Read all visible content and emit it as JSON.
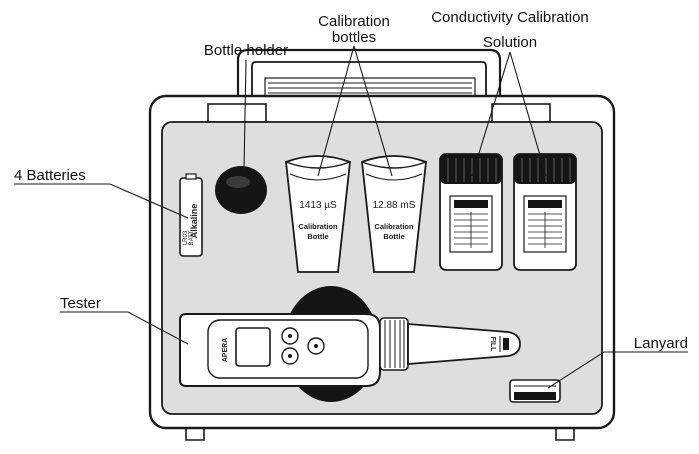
{
  "labels": {
    "bottle_holder": "Bottle holder",
    "calibration_bottles_line1": "Calibration",
    "calibration_bottles_line2": "bottles",
    "conductivity_line1": "Conductivity Calibration",
    "conductivity_line2": "Solution",
    "batteries": "4 Batteries",
    "tester": "Tester",
    "lanyard": "Lanyard"
  },
  "bottles": [
    {
      "value": "1413 µS",
      "caption_line1": "Calibration",
      "caption_line2": "Bottle"
    },
    {
      "value": "12.88 mS",
      "caption_line1": "Calibration",
      "caption_line2": "Bottle"
    }
  ],
  "battery_text": {
    "brand": "Alkaline",
    "code": "LR03",
    "batt": "BATT"
  },
  "tester_text": {
    "brand": "APERA",
    "cap_label": "FILL"
  },
  "colors": {
    "case_fill": "#dedede",
    "case_stroke": "#1a1a1a",
    "dark": "#151515",
    "white": "#ffffff"
  }
}
